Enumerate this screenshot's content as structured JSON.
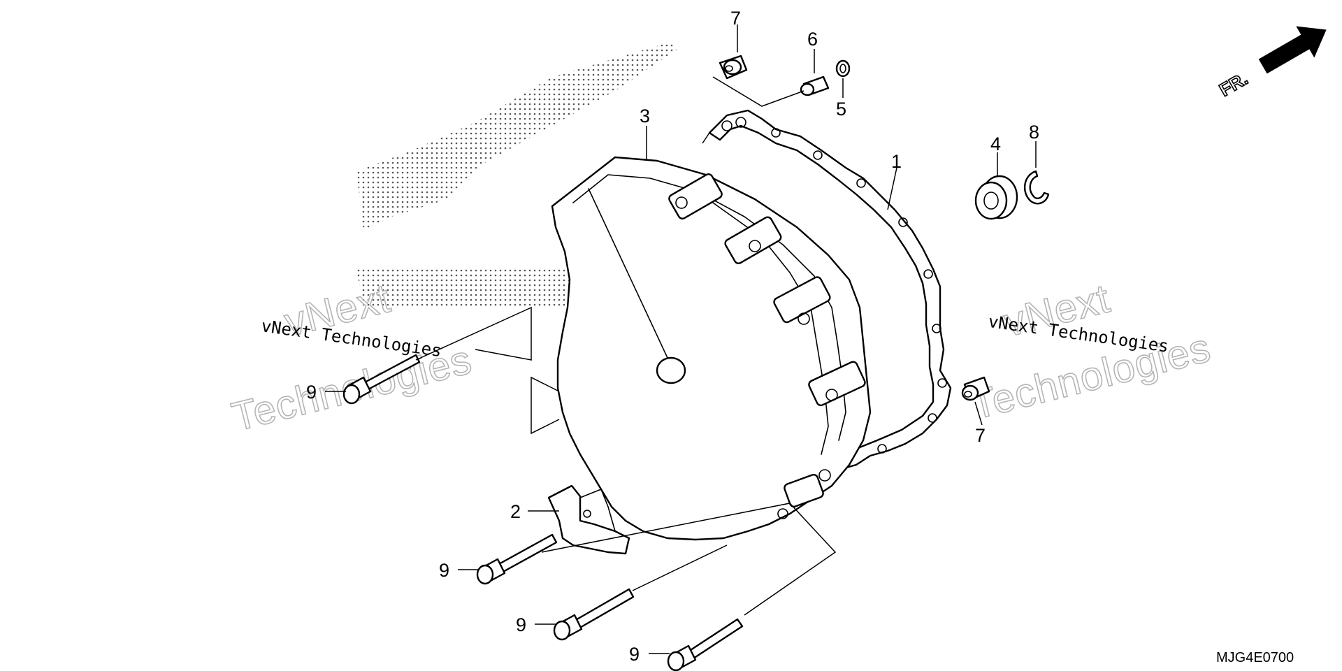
{
  "diagram": {
    "drawing_code": "MJG4E0700",
    "direction_label": "FR.",
    "callouts": [
      {
        "id": "c7a",
        "label": "7"
      },
      {
        "id": "c6",
        "label": "6"
      },
      {
        "id": "c5",
        "label": "5"
      },
      {
        "id": "c3",
        "label": "3"
      },
      {
        "id": "c1",
        "label": "1"
      },
      {
        "id": "c4",
        "label": "4"
      },
      {
        "id": "c8",
        "label": "8"
      },
      {
        "id": "c7b",
        "label": "7"
      },
      {
        "id": "c2",
        "label": "2"
      },
      {
        "id": "c9a",
        "label": "9"
      },
      {
        "id": "c9b",
        "label": "9"
      },
      {
        "id": "c9c",
        "label": "9"
      },
      {
        "id": "c9d",
        "label": "9"
      }
    ],
    "watermarks": {
      "small_text": "vNext Technologies",
      "large_line1": "vNext",
      "large_line2": "Technologies"
    },
    "colors": {
      "line": "#000000",
      "watermark": "#b5b5b5",
      "logo_dots": "#555555"
    }
  }
}
